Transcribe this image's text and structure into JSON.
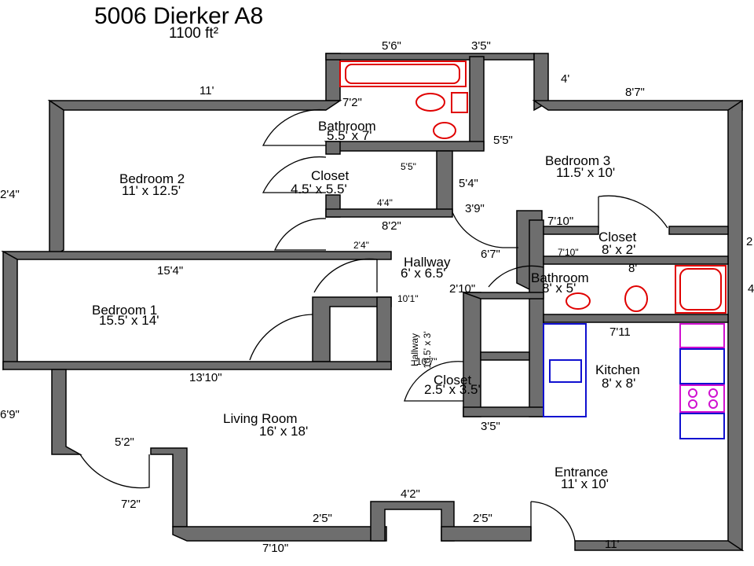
{
  "header": {
    "title": "5006 Dierker A8",
    "area": "1100 ft²"
  },
  "rooms": {
    "bathroom_top": {
      "name": "Bathroom",
      "size": "5.5' x 7'"
    },
    "closet_top": {
      "name": "Closet",
      "size": "4.5' x 5.5'"
    },
    "bedroom2": {
      "name": "Bedroom 2",
      "size": "11' x 12.5'"
    },
    "bedroom3": {
      "name": "Bedroom 3",
      "size": "11.5' x 10'"
    },
    "closet_b3": {
      "name": "Closet",
      "size": "8' x 2'"
    },
    "hallway": {
      "name": "Hallway",
      "size": "6' x 6.5'"
    },
    "bathroom_right": {
      "name": "Bathroom",
      "size": "8' x 5'"
    },
    "bedroom1": {
      "name": "Bedroom 1",
      "size": "15.5' x 14'"
    },
    "hallway_vertical": {
      "name": "Hallway",
      "size": "10.5' x 3'"
    },
    "kitchen": {
      "name": "Kitchen",
      "size": "8' x 8'"
    },
    "closet_small": {
      "name": "Closet",
      "size": "2.5' x 3.5'"
    },
    "living": {
      "name": "Living Room",
      "size": "16' x 18'"
    },
    "entrance": {
      "name": "Entrance",
      "size": "11' x 10'"
    }
  },
  "dimensions": {
    "d_5_6": "5'6\"",
    "d_3_5_top": "3'5\"",
    "d_4": "4'",
    "d_8_7": "8'7\"",
    "d_11_top": "11'",
    "d_7_2_bath": "7'2\"",
    "d_5_5_right": "5'5\"",
    "d_5_5_closet": "5'5\"",
    "d_5_4": "5'4\"",
    "d_2_4_left": "2'4\"",
    "d_4_4": "4'4\"",
    "d_3_9": "3'9\"",
    "d_7_10_b3": "7'10\"",
    "d_8_2": "8'2\"",
    "d_2_4_hall": "2'4\"",
    "d_7_10_small": "7'10\"",
    "d_6_7": "6'7\"",
    "d_8": "8'",
    "d_15_4": "15'4\"",
    "d_2_10": "2'10\"",
    "d_10_1": "10'1\"",
    "d_7_11": "7'11",
    "d_10_7": "10'7\"",
    "d_13_10": "13'10\"",
    "d_6_9": "6'9\"",
    "d_3_5_bottom": "3'5\"",
    "d_5_2": "5'2\"",
    "d_7_2_bottom": "7'2\"",
    "d_4_2": "4'2\"",
    "d_2_5_left": "2'5\"",
    "d_2_5_right": "2'5\"",
    "d_7_10_bottom": "7'10\"",
    "d_11_bottom": "11'",
    "d_2_edge": "2",
    "d_4_edge": "4"
  }
}
